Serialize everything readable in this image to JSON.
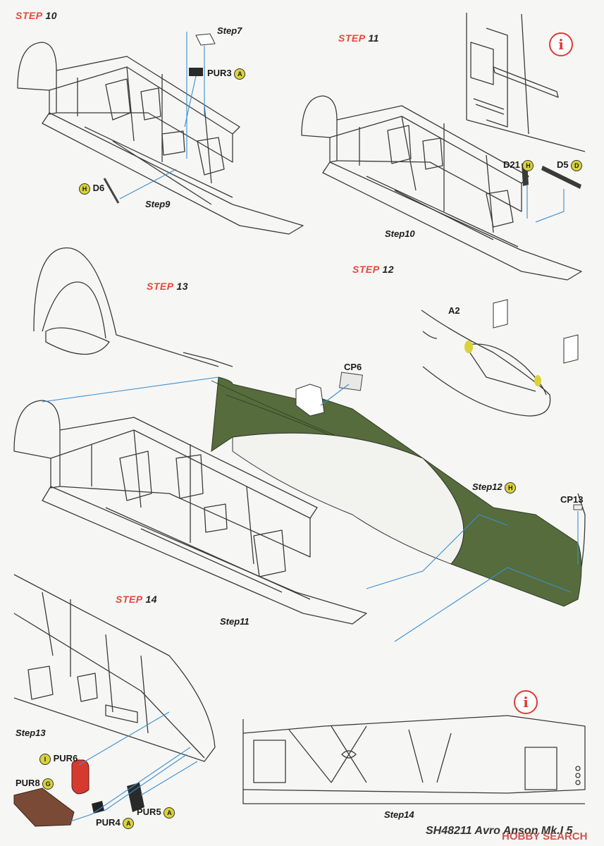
{
  "steps": {
    "s10": {
      "prefix": "STEP ",
      "num": "10"
    },
    "s11": {
      "prefix": "STEP ",
      "num": "11"
    },
    "s12": {
      "prefix": "STEP ",
      "num": "12"
    },
    "s13": {
      "prefix": "STEP ",
      "num": "13"
    },
    "s14": {
      "prefix": "STEP ",
      "num": "14"
    }
  },
  "labels": {
    "step7": "Step7",
    "pur3": "PUR3",
    "pur3_code": "A",
    "d6": "D6",
    "d6_code": "H",
    "step9": "Step9",
    "d21": "D21",
    "d21_code": "H",
    "d5": "D5",
    "d5_code": "D",
    "step10": "Step10",
    "a2": "A2",
    "cp6": "CP6",
    "step12": "Step12",
    "step12_code": "H",
    "cp13": "CP13",
    "step11": "Step11",
    "step13": "Step13",
    "pur6": "PUR6",
    "pur6_code": "I",
    "pur8": "PUR8",
    "pur8_code": "G",
    "pur5": "PUR5",
    "pur5_code": "A",
    "pur4": "PUR4",
    "pur4_code": "A",
    "step14": "Step14"
  },
  "info_glyph": "i",
  "footer": "SH48211 Avro Anson Mk.I 5",
  "watermark": "HOBBY SEARCH",
  "colors": {
    "interior_green": "#566c3c",
    "step_red": "#e8463a",
    "leader_blue": "#3a8fd0",
    "paint_code": "#d9d23a",
    "brown_part": "#7a4a37",
    "red_part": "#d63a2f",
    "line": "#3a3a3a"
  }
}
